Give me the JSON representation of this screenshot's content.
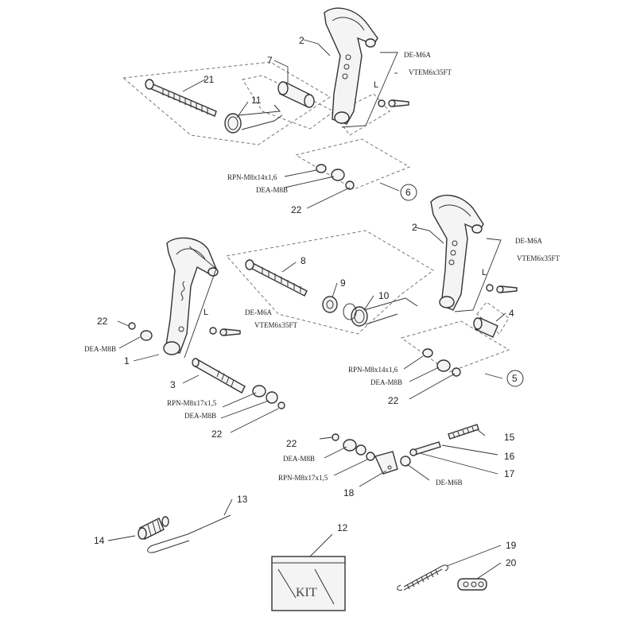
{
  "labels": {
    "n1": "1",
    "n2a": "2",
    "n2b": "2",
    "n3": "3",
    "n4": "4",
    "n5": "5",
    "n6": "6",
    "n7": "7",
    "n8": "8",
    "n9": "9",
    "n10": "10",
    "n11": "11",
    "n12": "12",
    "n13": "13",
    "n14": "14",
    "n15": "15",
    "n16": "16",
    "n17": "17",
    "n18": "18",
    "n19": "19",
    "n20": "20",
    "n21": "21",
    "n22a": "22",
    "n22b": "22",
    "n22c": "22",
    "n22d": "22",
    "n22e": "22",
    "La": "L",
    "Lb": "L",
    "Lc": "L",
    "de_m6a_1": "DE-M6A",
    "vtem_1": "VTEM6x35FT",
    "de_m6a_2": "DE-M6A",
    "vtem_2": "VTEM6x35FT",
    "de_m6a_3": "DE-M6A",
    "vtem_3": "VTEM6x35FT",
    "rpn14_1": "RPN-M8x14x1,6",
    "dea_1": "DEA-M8B",
    "rpn14_2": "RPN-M8x14x1,6",
    "dea_2": "DEA-M8B",
    "dea_3": "DEA-M8B",
    "rpn17_1": "RPN-M8x17x1,5",
    "dea_4": "DEA-M8B",
    "dea_5": "DEA-M8B",
    "rpn17_2": "RPN-M8x17x1,5",
    "de_m6b": "DE-M6B",
    "kit": "KIT"
  }
}
